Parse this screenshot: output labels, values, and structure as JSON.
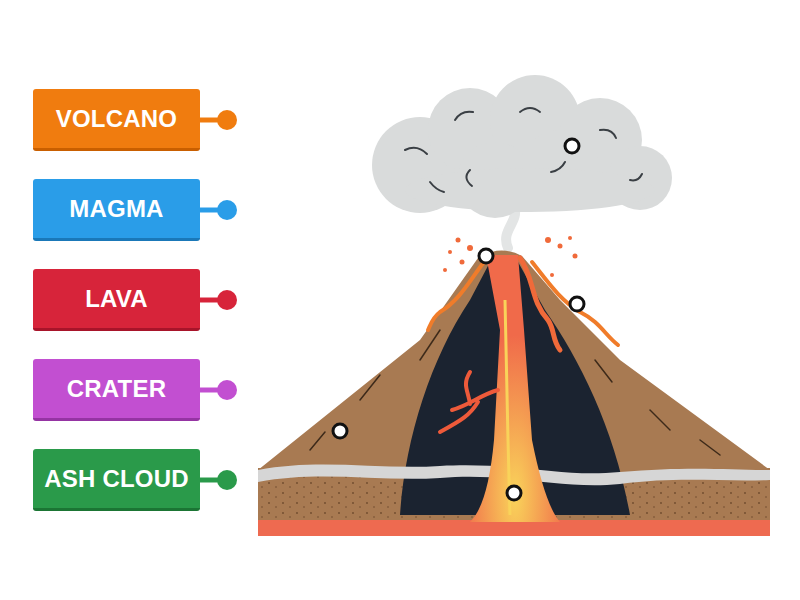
{
  "diagram": {
    "nodes": [
      {
        "text": [
          "VOLCANO"
        ]
      },
      {
        "text": [
          "MAGMA"
        ]
      },
      {
        "text": [
          "LAVA"
        ]
      },
      {
        "text": [
          "CRATER"
        ]
      },
      {
        "text": [
          "ASH CLOUD"
        ]
      }
    ]
  }
}
